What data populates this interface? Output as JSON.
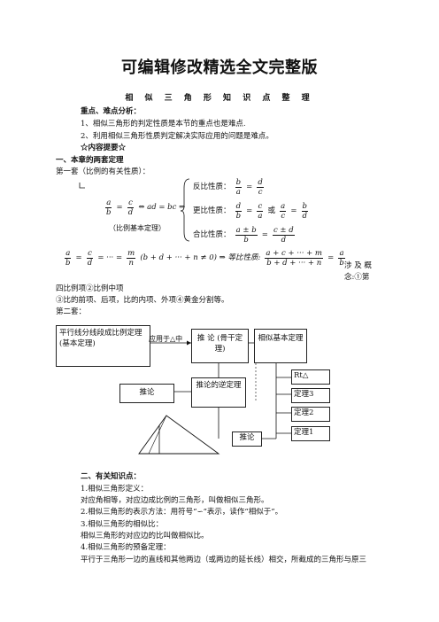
{
  "header": {
    "title": "可编辑修改精选全文完整版",
    "subtitle": "相 似 三 角 形 知 识 点 整 理"
  },
  "intro": {
    "heading": "重点、难点分析：",
    "item1": "1、相似三角形的判定性质是本节的重点也是难点.",
    "item2": "2、利用相似三角形性质判定解决实际应用的问题是难点。",
    "summary": "☆内容提要☆"
  },
  "section1": {
    "heading": "一、本章的两套定理",
    "set1_label": "第一套（比例的有关性质）：",
    "left_expr": "⇔ ad = bc ⇒",
    "basic_theorem": "（比例基本定理）",
    "inverse_label": "反比性质：",
    "alternate_label": "更比性质：",
    "alternate_or": "或",
    "composition_label": "合比性质：",
    "series_middle": "(b + d + ··· + n ≠ 0) ⇒ 等比性质:",
    "concepts_a": "涉 及 概",
    "concepts_b": "念:①第",
    "concepts_c": "四比例项②比例中项",
    "concepts_d": "③比的前项、后项，比的内项、外项④黄金分割等。",
    "set2_label": "第二套："
  },
  "diagram": {
    "box_parallel": "平行线分线段成比例定理(基本定理)",
    "arrow_label": "应用于△中",
    "box_corollary": "推 论 (骨干定理)",
    "box_similar_basic": "相似基本定理",
    "box_corollary_inverse": "推论的逆定理",
    "box_corollary_left": "推论",
    "box_rt": "Rt△",
    "box_theorem3": "定理3",
    "box_theorem2": "定理2",
    "box_theorem1": "定理1",
    "box_corollary_bottom": "推论"
  },
  "section2": {
    "heading": "二、有关知识点：",
    "p1": "1.相似三角形定义：",
    "p2": "对应角相等，对应边成比例的三角形，叫做相似三角形。",
    "p3": "2.相似三角形的表示方法：用符号“∽”表示，读作“相似于”。",
    "p4": "3.相似三角形的相似比：",
    "p5": "相似三角形的对应边的比叫做相似比。",
    "p6": "4.相似三角形的预备定理：",
    "p7": "平行于三角形一边的直线和其他两边（或两边的延长线）相交，所截成的三角形与原三"
  }
}
